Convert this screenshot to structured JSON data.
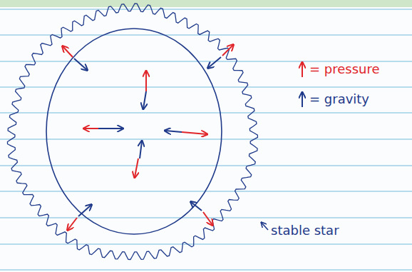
{
  "diagram": {
    "labels": [
      "stable star"
    ],
    "legend": [
      {
        "text": "= pressure"
      },
      {
        "text": "= gravity"
      }
    ]
  }
}
